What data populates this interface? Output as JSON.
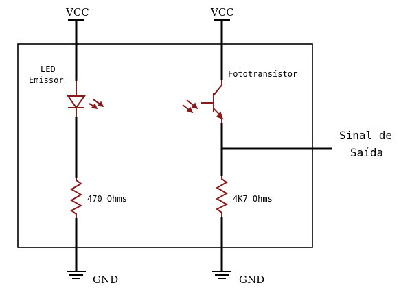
{
  "labels": {
    "vcc_left": "VCC",
    "vcc_right": "VCC",
    "gnd_left": "GND",
    "gnd_right": "GND",
    "led_line1": "LED",
    "led_line2": "Emissor",
    "phototransistor": "Fototransístor",
    "resistor_left": "470 Ohms",
    "resistor_right": "4K7 Ohms",
    "output_line1": "Sinal de",
    "output_line2": "Saída"
  },
  "colors": {
    "wire": "#000000",
    "component": "#8b1a1a",
    "background": "#ffffff"
  },
  "icons": {
    "emitter": "led-icon",
    "receiver": "phototransistor-icon",
    "ground": "ground-icon",
    "resistor": "resistor-icon"
  }
}
